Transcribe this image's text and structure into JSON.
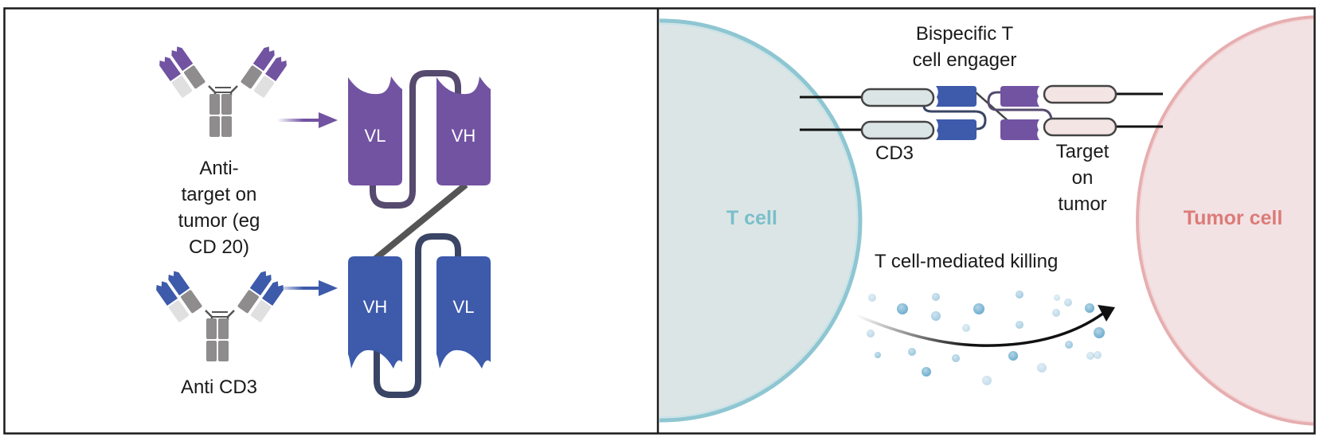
{
  "left_panel": {
    "antibody_top_label": [
      "Anti-",
      "target on",
      "tumor (eg",
      "CD 20)"
    ],
    "antibody_bottom_label": "Anti CD3",
    "top_domains": {
      "left": "VL",
      "right": "VH"
    },
    "bottom_domains": {
      "left": "VH",
      "right": "VL"
    }
  },
  "right_panel": {
    "engager_label": [
      "Bispecific T",
      "cell engager"
    ],
    "cd3_label": "CD3",
    "target_label": [
      "Target",
      "on",
      "tumor"
    ],
    "t_cell_label": "T cell",
    "tumor_cell_label": "Tumor cell",
    "killing_label": "T cell-mediated killing"
  },
  "colors": {
    "purple": "#7253a2",
    "blue": "#3d5aab",
    "linker_purple": "#564a6e",
    "linker_blue": "#3a4566",
    "linker_gray": "#555555",
    "antibody_gray": "#8e8c8c",
    "antibody_light": "#e0e0e0",
    "t_cell_fill": "#dce5e6",
    "t_cell_stroke": "#8ec6d2",
    "t_cell_text": "#79bfca",
    "tumor_fill": "#f2e2e3",
    "tumor_stroke": "#e6aeb0",
    "tumor_text": "#dc7b79",
    "granule": "#4f9cc4"
  }
}
